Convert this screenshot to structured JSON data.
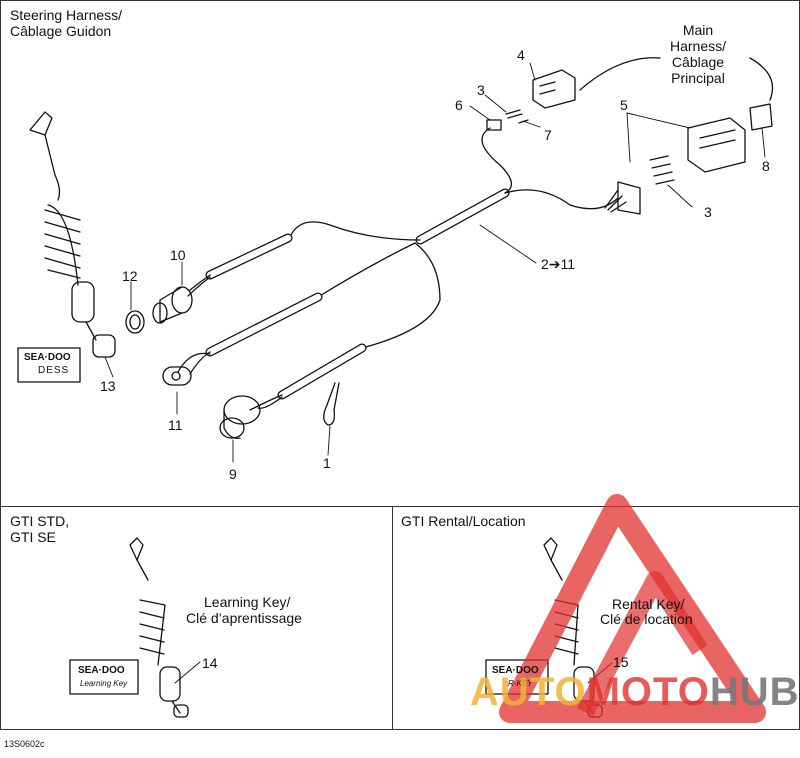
{
  "panels": {
    "main": {
      "title_line1": "Steering Harness/",
      "title_line2": "Câblage Guidon"
    },
    "gti_std": {
      "title_line1": "GTI STD,",
      "title_line2": "GTI SE"
    },
    "gti_rental": {
      "title": "GTI Rental/Location"
    }
  },
  "labels": {
    "main_harness_line1": "Main",
    "main_harness_line2": "Harness/",
    "main_harness_line3": "Câblage",
    "main_harness_line4": "Principal",
    "learning_key_line1": "Learning Key/",
    "learning_key_line2": "Clé d’aprentissage",
    "rental_key_line1": "Rental Key/",
    "rental_key_line2": "Clé de location",
    "range": "2➔11"
  },
  "callouts": {
    "c1": "1",
    "c3a": "3",
    "c3b": "3",
    "c4": "4",
    "c5": "5",
    "c6": "6",
    "c7": "7",
    "c8": "8",
    "c9": "9",
    "c10": "10",
    "c11": "11",
    "c12": "12",
    "c13": "13",
    "c14": "14",
    "c15": "15"
  },
  "badges": {
    "dess": {
      "brand": "SEA·DOO",
      "text": "DESS"
    },
    "learning": {
      "brand": "SEA·DOO",
      "text": "Learning Key"
    },
    "rental": {
      "brand": "SEA·DOO",
      "text": "R-KEY"
    }
  },
  "footer": {
    "code": "13S0602c"
  },
  "watermark": {
    "part1": "AUTO",
    "part2": "MOTO",
    "part3": "HUB",
    "color_red": "#e0312f",
    "color_yellow": "#f2b233",
    "color_gray": "#777777"
  }
}
